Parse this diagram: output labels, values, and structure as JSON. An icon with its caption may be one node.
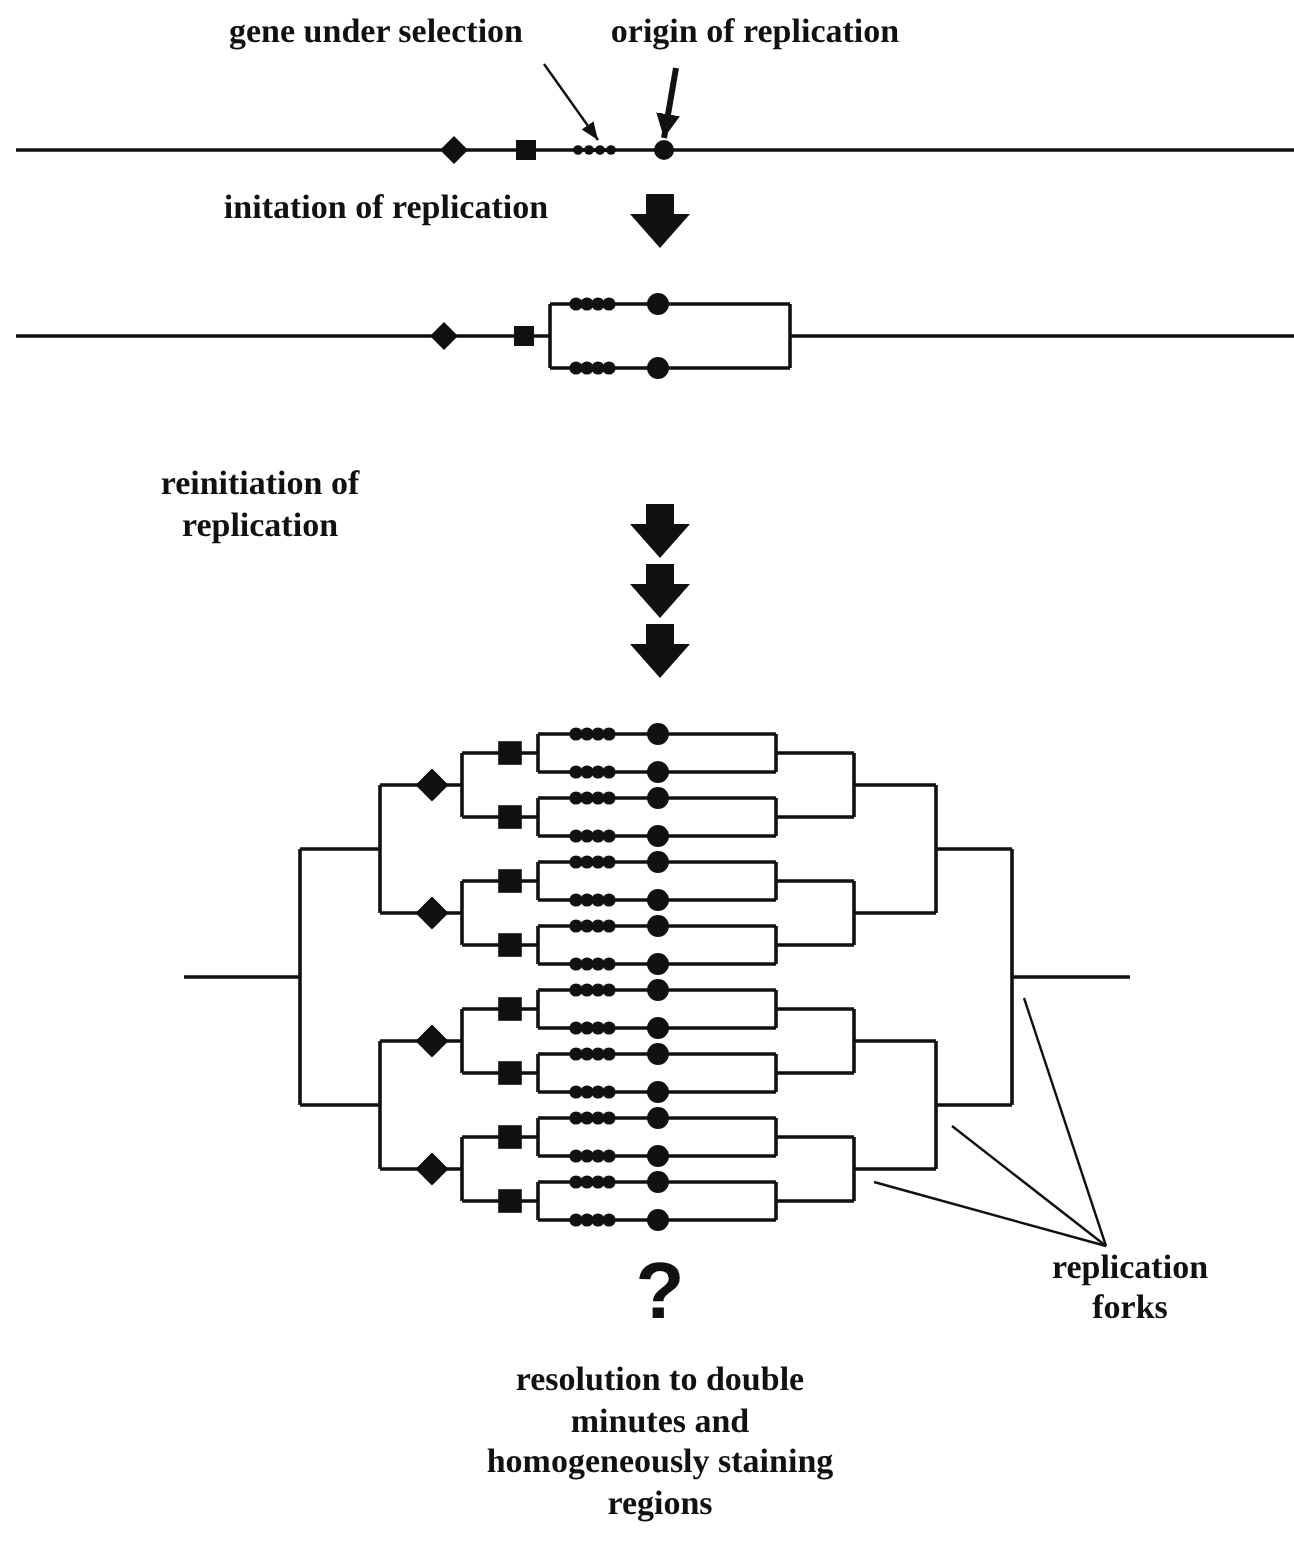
{
  "diagram": {
    "nodes": [
      {
        "text": [
          "gene under selection"
        ]
      },
      {
        "text": [
          "origin of replication"
        ]
      },
      {
        "text": [],
        "shape": "circle"
      },
      {
        "text": [],
        "shape": "circle"
      },
      {
        "text": [
          "replication forks"
        ]
      }
    ],
    "edges": [
      {
        "from": 0,
        "to": 2,
        "arrow": "to"
      },
      {
        "from": 1,
        "to": 3,
        "arrow": "to",
        "style": "thick"
      },
      {
        "from": 4,
        "to": null,
        "arrow": "none"
      },
      {
        "from": 4,
        "to": null,
        "arrow": "none"
      },
      {
        "from": 4,
        "to": null,
        "arrow": "none"
      }
    ],
    "labels": [
      "initation of replication",
      "reinitiation of replication",
      "?",
      "resolution to double minutes and homogeneously staining regions"
    ]
  }
}
